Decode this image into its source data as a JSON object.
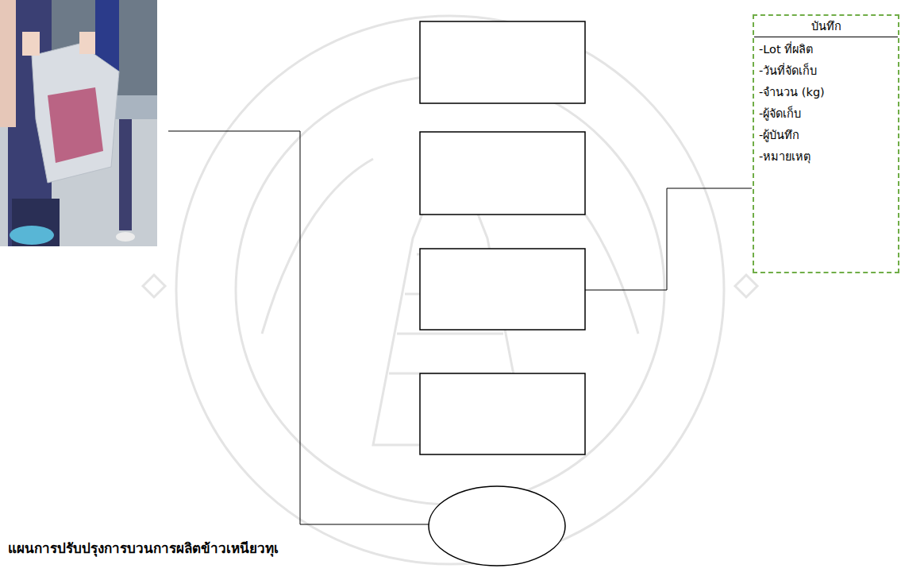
{
  "diagram": {
    "nodes": [
      {
        "text": [
          "บันทึก",
          "-Lot ที่ผลิต",
          "-วันที่จัดเก็บ",
          "-จำนวน (kg)",
          "-ผู้จัดเก็บ",
          "-ผู้บันทึก",
          "-หมายเหตุ"
        ]
      }
    ],
    "labels": [
      "แผนการปรับปรุงการบวนการผลิตข้าวเหนียวทุเ"
    ]
  }
}
